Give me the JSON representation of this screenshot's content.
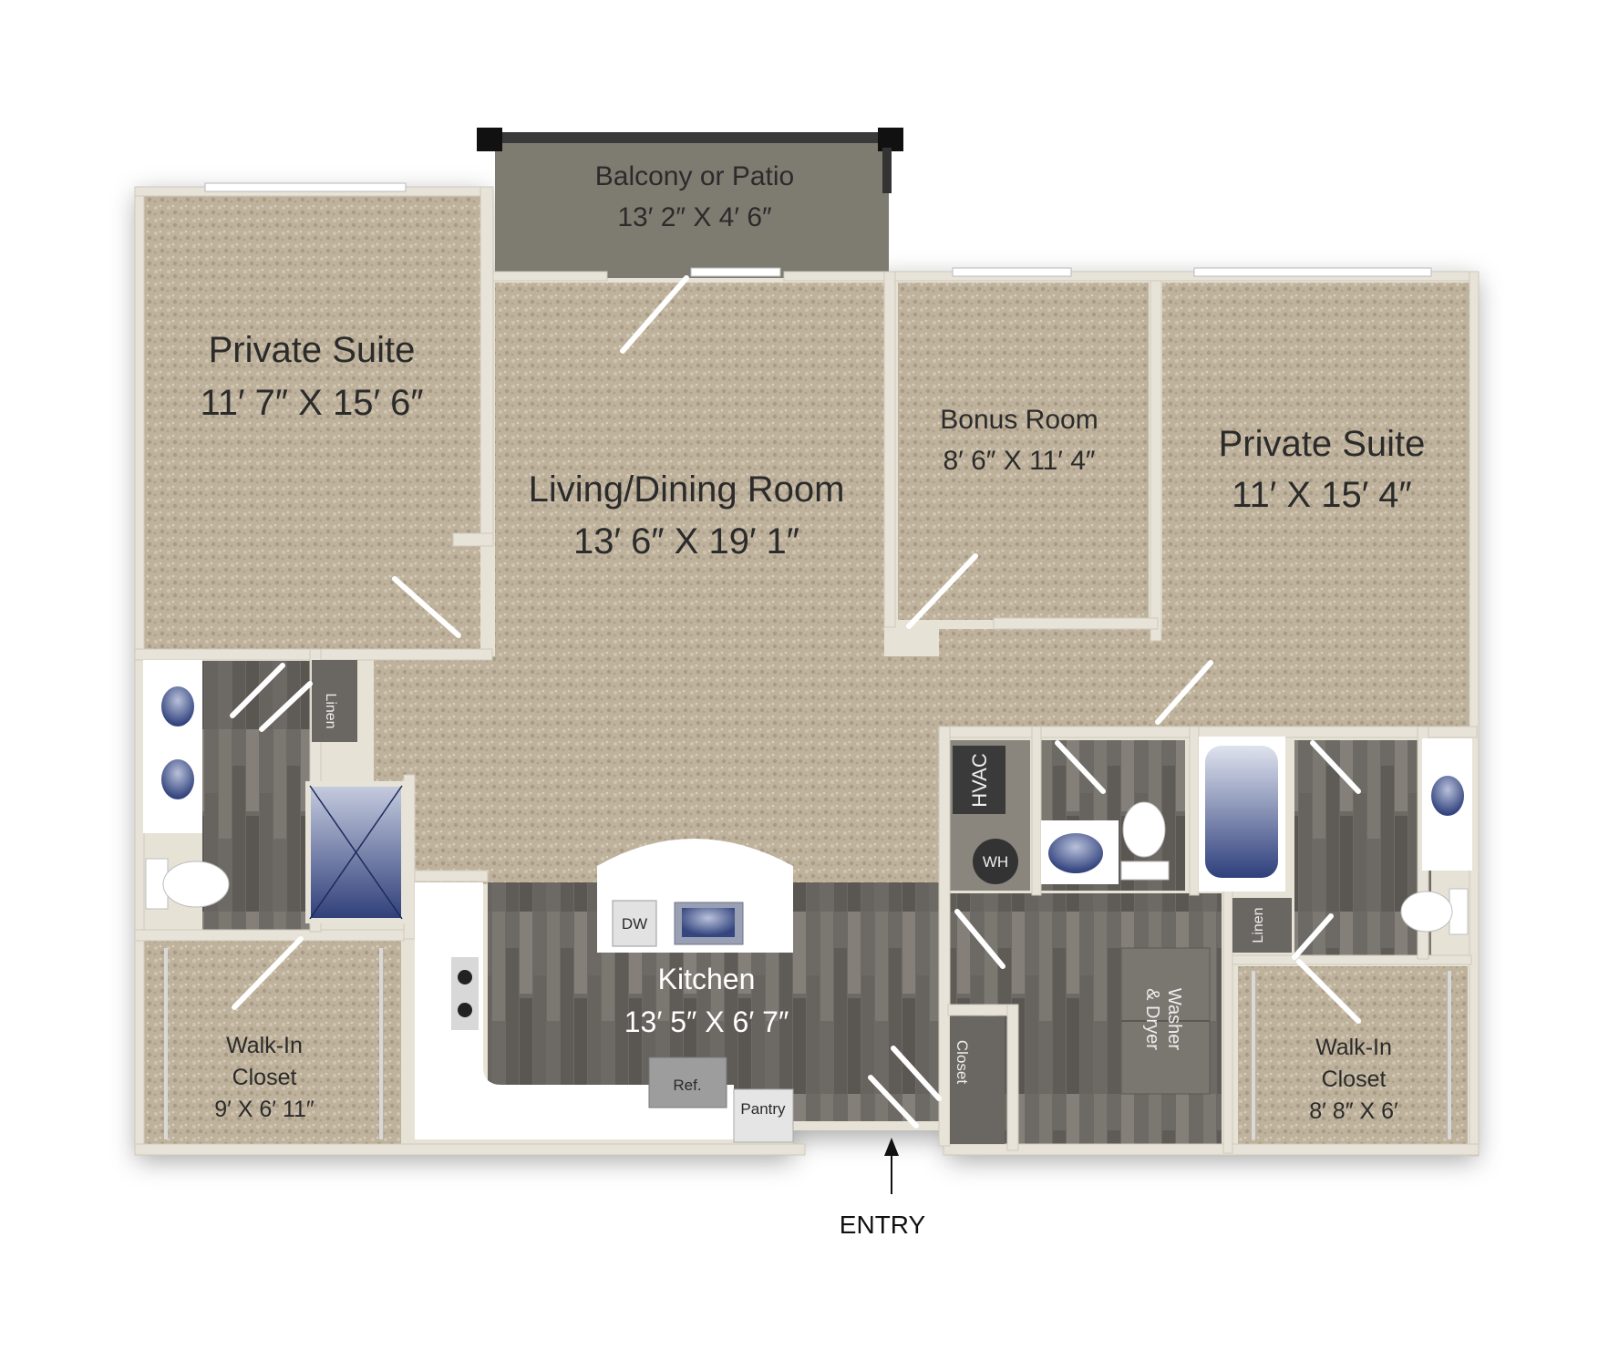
{
  "rooms": {
    "balcony": {
      "name": "Balcony or Patio",
      "dims": "13′ 2″ X 4′ 6″"
    },
    "suite_left": {
      "name": "Private Suite",
      "dims": "11′ 7″ X 15′ 6″"
    },
    "living": {
      "name": "Living/Dining Room",
      "dims": "13′ 6″ X 19′ 1″"
    },
    "bonus": {
      "name": "Bonus Room",
      "dims": "8′ 6″ X 11′ 4″"
    },
    "suite_right": {
      "name": "Private Suite",
      "dims": "11′ X 15′ 4″"
    },
    "kitchen": {
      "name": "Kitchen",
      "dims": "13′ 5″ X 6′ 7″"
    },
    "closet_left": {
      "name_line1": "Walk-In",
      "name_line2": "Closet",
      "dims": "9′ X 6′ 11″"
    },
    "closet_right": {
      "name_line1": "Walk-In",
      "name_line2": "Closet",
      "dims": "8′ 8″ X 6′"
    }
  },
  "fixtures": {
    "linen_left": "Linen",
    "linen_right": "Linen",
    "hvac": "HVAC",
    "wh": "WH",
    "dw": "DW",
    "ref": "Ref.",
    "pantry": "Pantry",
    "closet": "Closet",
    "washer_line1": "Washer",
    "washer_line2": "& Dryer"
  },
  "entry_label": "ENTRY",
  "colors": {
    "carpet": "#bdb09a",
    "wood": "#6f6b66",
    "wall": "#e7e3d8",
    "balcony": "#7d7a70",
    "accent_blue": "#3d4f8c"
  }
}
